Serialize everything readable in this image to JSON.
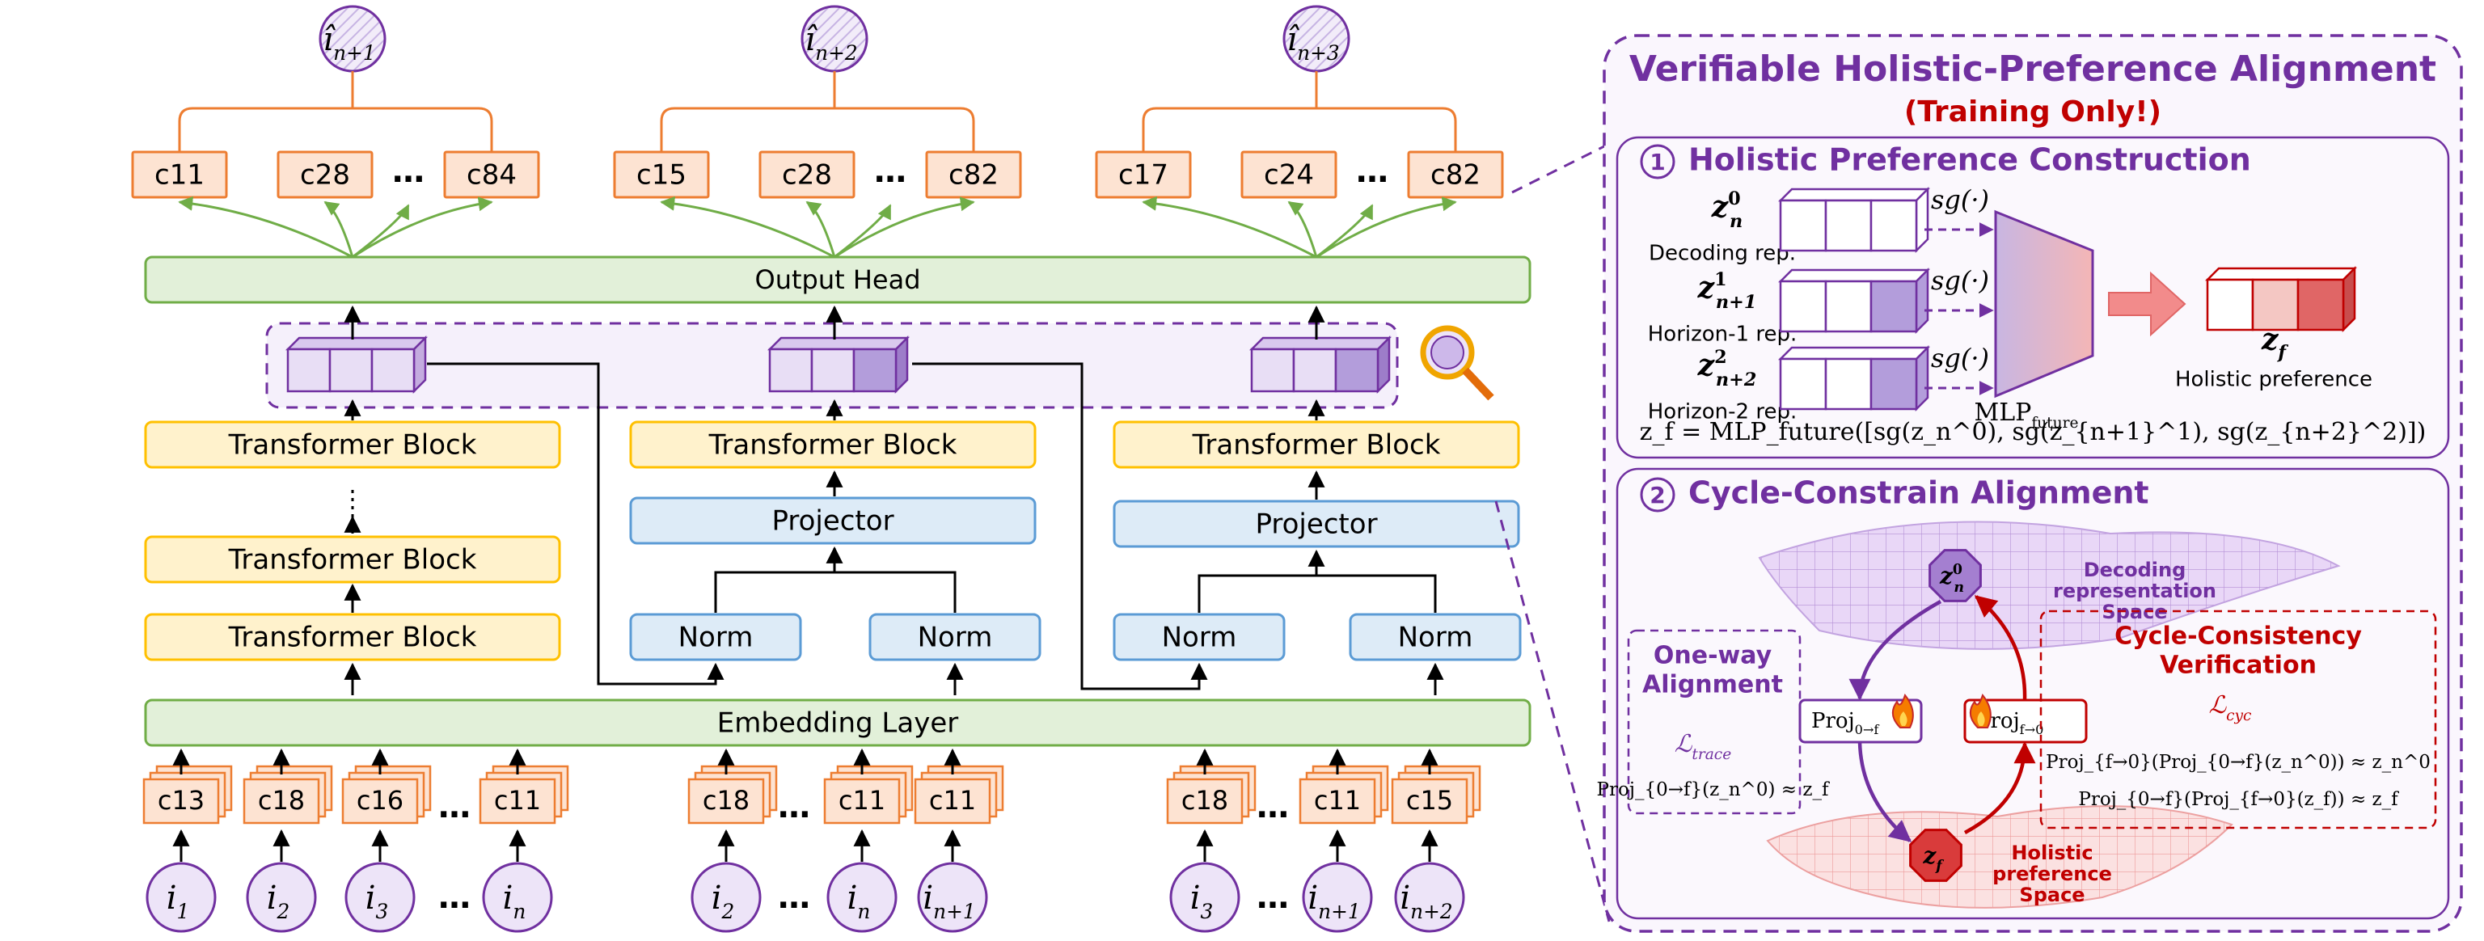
{
  "colors": {
    "orange_fill": "#fde3d2",
    "orange_stroke": "#ed7d31",
    "green_fill": "#e2f0d9",
    "green_stroke": "#70ad47",
    "yellow_fill": "#fff2cc",
    "yellow_stroke": "#ffc000",
    "blue_fill": "#ddebf7",
    "blue_stroke": "#5b9bd5",
    "purple": "#7030a0",
    "purple_light": "#e8def5",
    "purple_mid": "#b39ddb",
    "red": "#c00000",
    "red_light": "#f4c7c3",
    "red_mid": "#e06666"
  },
  "left": {
    "outputs": [
      {
        "base": "i",
        "sub": "n+1",
        "codes": [
          "c11",
          "c28",
          "…",
          "c84"
        ]
      },
      {
        "base": "i",
        "sub": "n+2",
        "codes": [
          "c15",
          "c28",
          "…",
          "c82"
        ]
      },
      {
        "base": "i",
        "sub": "n+3",
        "codes": [
          "c17",
          "c24",
          "…",
          "c82"
        ]
      }
    ],
    "output_head": "Output Head",
    "transformer_block": "Transformer Block",
    "projector": "Projector",
    "norm": "Norm",
    "embedding_layer": "Embedding Layer",
    "vertical_ellipsis": "⋮",
    "ellipsis": "…",
    "input_groups": [
      {
        "codes": [
          "c13",
          "c18",
          "c16",
          "…",
          "c11"
        ],
        "items": [
          {
            "base": "i",
            "sub": "1"
          },
          {
            "base": "i",
            "sub": "2"
          },
          {
            "base": "i",
            "sub": "3"
          },
          {
            "base": "…",
            "sub": ""
          },
          {
            "base": "i",
            "sub": "n"
          }
        ]
      },
      {
        "codes": [
          "c18",
          "…",
          "c11",
          "c11"
        ],
        "items": [
          {
            "base": "i",
            "sub": "2"
          },
          {
            "base": "…",
            "sub": ""
          },
          {
            "base": "i",
            "sub": "n"
          },
          {
            "base": "i",
            "sub": "n+1"
          }
        ]
      },
      {
        "codes": [
          "c18",
          "…",
          "c11",
          "c15"
        ],
        "items": [
          {
            "base": "i",
            "sub": "3"
          },
          {
            "base": "…",
            "sub": ""
          },
          {
            "base": "i",
            "sub": "n+1"
          },
          {
            "base": "i",
            "sub": "n+2"
          }
        ]
      }
    ]
  },
  "right": {
    "title": "Verifiable Holistic-Preference Alignment",
    "subtitle": "(Training Only!)",
    "section1": {
      "num": "1",
      "title": "Holistic Preference Construction",
      "rows": [
        {
          "sym": "z",
          "sup": "0",
          "sub": "n",
          "label": "Decoding rep."
        },
        {
          "sym": "z",
          "sup": "1",
          "sub": "n+1",
          "label": "Horizon-1 rep."
        },
        {
          "sym": "z",
          "sup": "2",
          "sub": "n+2",
          "label": "Horizon-2 rep."
        }
      ],
      "sg": "sg(·)",
      "mlp_base": "MLP",
      "mlp_sub": "future",
      "zf_sym": "z",
      "zf_sub": "f",
      "zf_label": "Holistic preference",
      "formula": "z_f = MLP_future([sg(z_n^0), sg(z_{n+1}^1), sg(z_{n+2}^2)])"
    },
    "section2": {
      "num": "2",
      "title": "Cycle-Constrain Alignment",
      "decoding_space": [
        "Decoding",
        "representation",
        "Space"
      ],
      "holistic_space": [
        "Holistic",
        "preference",
        "Space"
      ],
      "node_top": {
        "sym": "z",
        "sup": "0",
        "sub": "n"
      },
      "node_bottom": {
        "sym": "z",
        "sub": "f"
      },
      "one_way": {
        "title": [
          "One-way",
          "Alignment"
        ],
        "loss_base": "ℒ",
        "loss_sub": "trace",
        "eq": "Proj_{0→f}(z_n^0) ≈ z_f"
      },
      "proj_left": {
        "base": "Proj",
        "sub": "0→f"
      },
      "proj_right": {
        "base": "Proj",
        "sub": "f→0"
      },
      "cycle": {
        "title": [
          "Cycle-Consistency",
          "Verification"
        ],
        "loss_base": "ℒ",
        "loss_sub": "cyc",
        "eq1": "Proj_{f→0}(Proj_{0→f}(z_n^0)) ≈ z_n^0",
        "eq2": "Proj_{0→f}(Proj_{f→0}(z_f)) ≈ z_f"
      }
    }
  }
}
